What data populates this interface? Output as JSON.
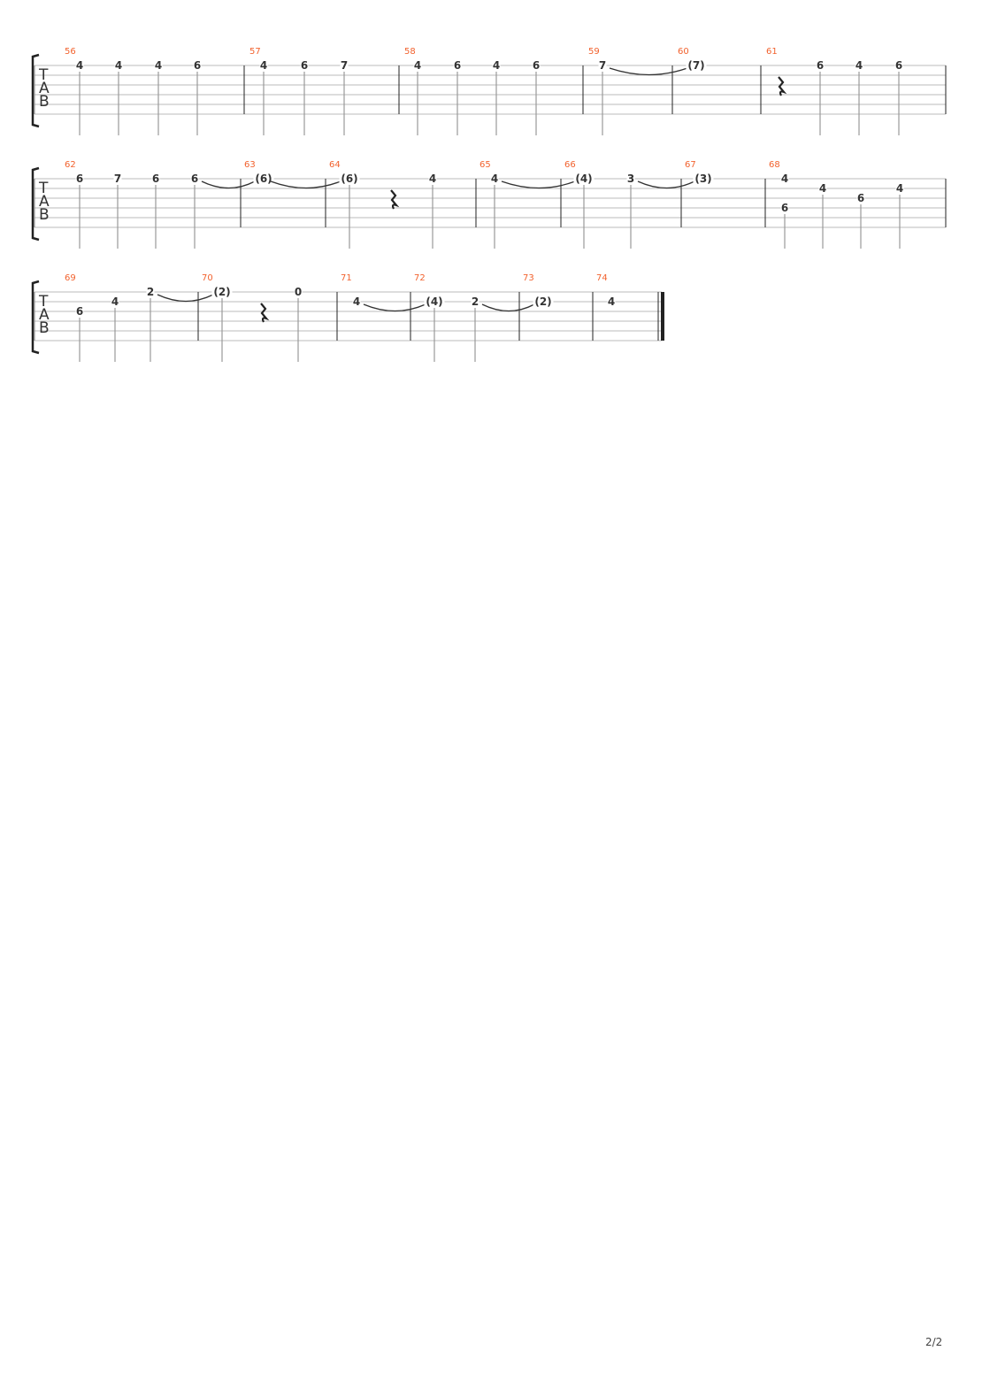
{
  "clef_label": [
    "T",
    "A",
    "B"
  ],
  "page_number": "2/2",
  "systems": [
    {
      "measures": [
        "56",
        "57",
        "58",
        "59",
        "60",
        "61"
      ],
      "notes": [
        {
          "s": 0,
          "f": "4",
          "stem": true
        },
        {
          "s": 0,
          "f": "4",
          "stem": true
        },
        {
          "s": 0,
          "f": "4",
          "stem": true
        },
        {
          "s": 0,
          "f": "6",
          "stem": true
        },
        {
          "s": 0,
          "f": "4",
          "stem": true
        },
        {
          "s": 0,
          "f": "6",
          "stem": true
        },
        {
          "s": 0,
          "f": "7",
          "stem": true
        },
        {
          "s": 0,
          "f": "4",
          "stem": true
        },
        {
          "s": 0,
          "f": "6",
          "stem": true
        },
        {
          "s": 0,
          "f": "4",
          "stem": true
        },
        {
          "s": 0,
          "f": "6",
          "stem": true
        },
        {
          "s": 0,
          "f": "7",
          "stem": true,
          "tie": true
        },
        {
          "s": 0,
          "f": "(7)",
          "stem": false
        },
        {
          "rest": true
        },
        {
          "s": 0,
          "f": "6",
          "stem": true
        },
        {
          "s": 0,
          "f": "4",
          "stem": true
        },
        {
          "s": 0,
          "f": "6",
          "stem": true
        }
      ]
    },
    {
      "measures": [
        "62",
        "63",
        "64",
        "65",
        "66",
        "67",
        "68"
      ],
      "notes": [
        {
          "s": 0,
          "f": "6",
          "stem": true
        },
        {
          "s": 0,
          "f": "7",
          "stem": true
        },
        {
          "s": 0,
          "f": "6",
          "stem": true
        },
        {
          "s": 0,
          "f": "6",
          "stem": true,
          "tie": true
        },
        {
          "s": 0,
          "f": "(6)",
          "stem": false,
          "tie": true
        },
        {
          "s": 0,
          "f": "(6)",
          "stem": true
        },
        {
          "rest": true
        },
        {
          "s": 0,
          "f": "4",
          "stem": true
        },
        {
          "s": 0,
          "f": "4",
          "stem": true,
          "tie": true
        },
        {
          "s": 0,
          "f": "(4)",
          "stem": true
        },
        {
          "s": 0,
          "f": "3",
          "stem": true,
          "tie": true
        },
        {
          "s": 0,
          "f": "(3)",
          "stem": false
        },
        {
          "s": 0,
          "f": "4",
          "stem": false
        },
        {
          "s": 3,
          "f": "6",
          "stem": true
        },
        {
          "s": 1,
          "f": "4",
          "stem": true
        },
        {
          "s": 2,
          "f": "6",
          "stem": true
        },
        {
          "s": 1,
          "f": "4",
          "stem": true
        }
      ]
    },
    {
      "measures": [
        "69",
        "70",
        "71",
        "72",
        "73",
        "74"
      ],
      "notes": [
        {
          "s": 2,
          "f": "6",
          "stem": true
        },
        {
          "s": 1,
          "f": "4",
          "stem": true
        },
        {
          "s": 0,
          "f": "2",
          "stem": true,
          "tie": true
        },
        {
          "s": 0,
          "f": "(2)",
          "stem": true
        },
        {
          "rest": true
        },
        {
          "s": 0,
          "f": "0",
          "stem": true
        },
        {
          "s": 1,
          "f": "4",
          "stem": false,
          "tie": true
        },
        {
          "s": 1,
          "f": "(4)",
          "stem": true
        },
        {
          "s": 1,
          "f": "2",
          "stem": true,
          "tie": true
        },
        {
          "s": 1,
          "f": "(2)",
          "stem": false
        },
        {
          "s": 1,
          "f": "4",
          "stem": false
        }
      ]
    }
  ]
}
